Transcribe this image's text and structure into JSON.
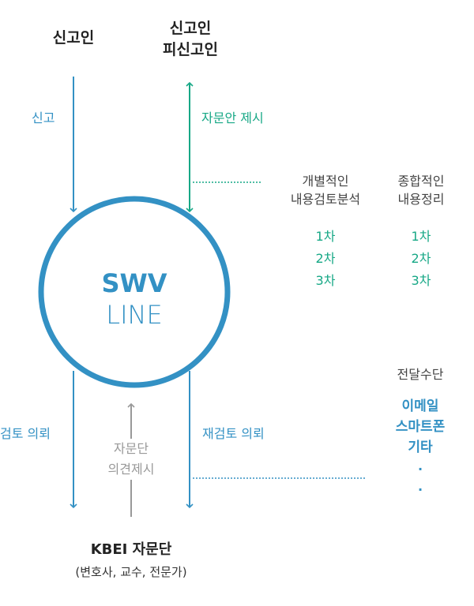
{
  "parties": {
    "reporter": "신고인",
    "reporter_reported_line1": "신고인",
    "reporter_reported_line2": "피신고인"
  },
  "arrows": {
    "report": "신고",
    "advisory_proposal": "자문안 제시",
    "review_request": "검토 의뢰",
    "re_review_request": "재검토 의뢰",
    "committee_opinion_line1": "자문단",
    "committee_opinion_line2": "의견제시"
  },
  "center": {
    "title": "SWV",
    "subtitle": "LINE"
  },
  "analysis": {
    "individual": {
      "heading_line1": "개별적인",
      "heading_line2": "내용검토분석",
      "rounds": [
        "1차",
        "2차",
        "3차"
      ]
    },
    "comprehensive": {
      "heading_line1": "종합적인",
      "heading_line2": "내용정리",
      "rounds": [
        "1차",
        "2차",
        "3차"
      ]
    }
  },
  "delivery": {
    "heading": "전달수단",
    "methods": [
      "이메일",
      "스마트폰",
      "기타"
    ],
    "ellipsis": [
      "·",
      "·"
    ]
  },
  "committee": {
    "name": "KBEI 자문단",
    "members": "(변호사, 교수, 전문가)"
  },
  "colors": {
    "blue": "#3391c4",
    "green": "#17a886",
    "gray": "#999999",
    "dark": "#222222"
  }
}
